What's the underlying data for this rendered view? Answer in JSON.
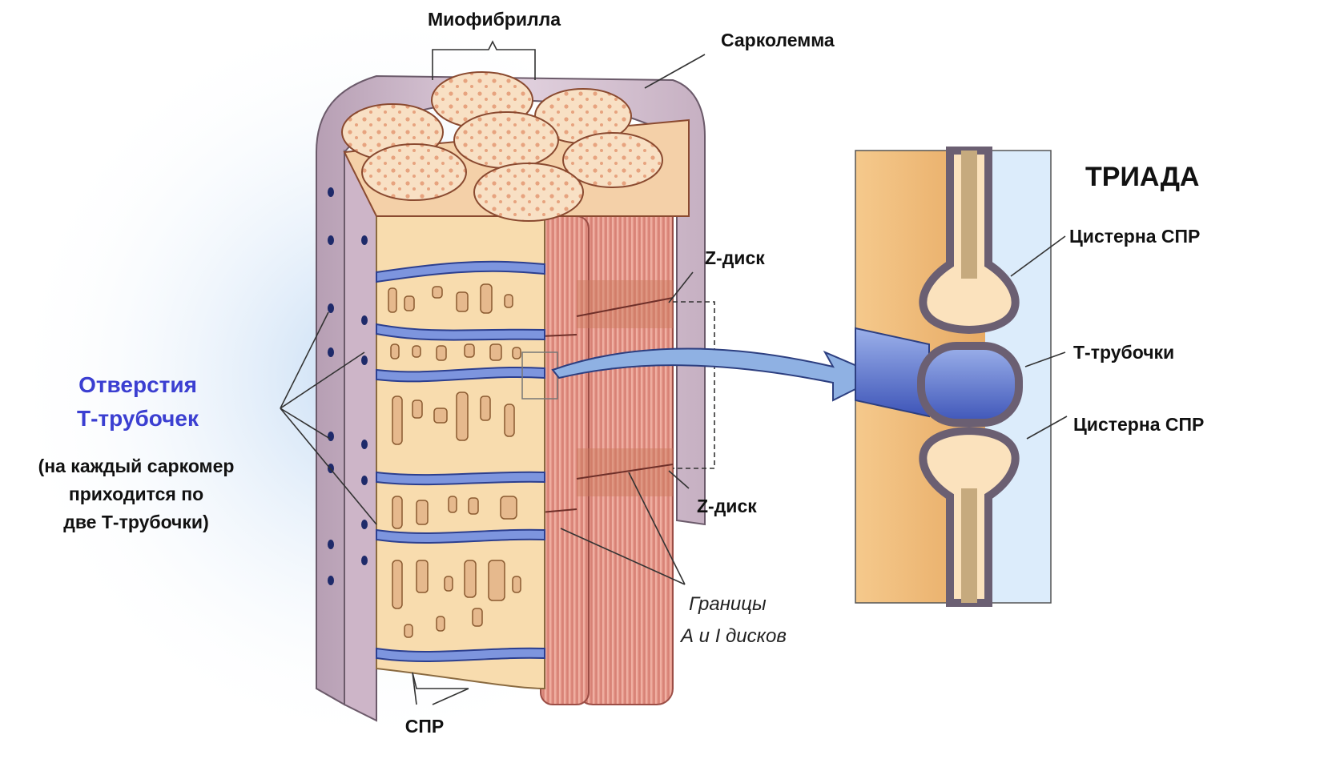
{
  "labels": {
    "myofibril": "Миофибрилла",
    "sarcolemma": "Сарколемма",
    "z_disc_top": "Z-диск",
    "z_disc_bottom": "Z-диск",
    "t_tubule_openings_line1": "Отверстия",
    "t_tubule_openings_line2": "Т-трубочек",
    "note_line1": "(на каждый саркомер",
    "note_line2": "приходится  по",
    "note_line3": "две Т-трубочки)",
    "ab_boundaries_line1": "Границы",
    "ab_boundaries_line2": "А и I дисков",
    "spr": "СПР",
    "triad_title": "ТРИАДА",
    "cistern_top": "Цистерна СПР",
    "t_tubules": "Т-трубочки",
    "cistern_bottom": "Цистерна СПР"
  },
  "colors": {
    "label_blue": "#3b3fd1",
    "sarcolemma": "#c9b3c4",
    "myofibril_cream": "#f7dfb6",
    "myofibril_striation": "#d9766b",
    "t_tubule": "#5a74c9",
    "triad_bg_left": "#e6a95f",
    "triad_bg_right": "#dcecfb",
    "glow": "#d8e8f8"
  }
}
